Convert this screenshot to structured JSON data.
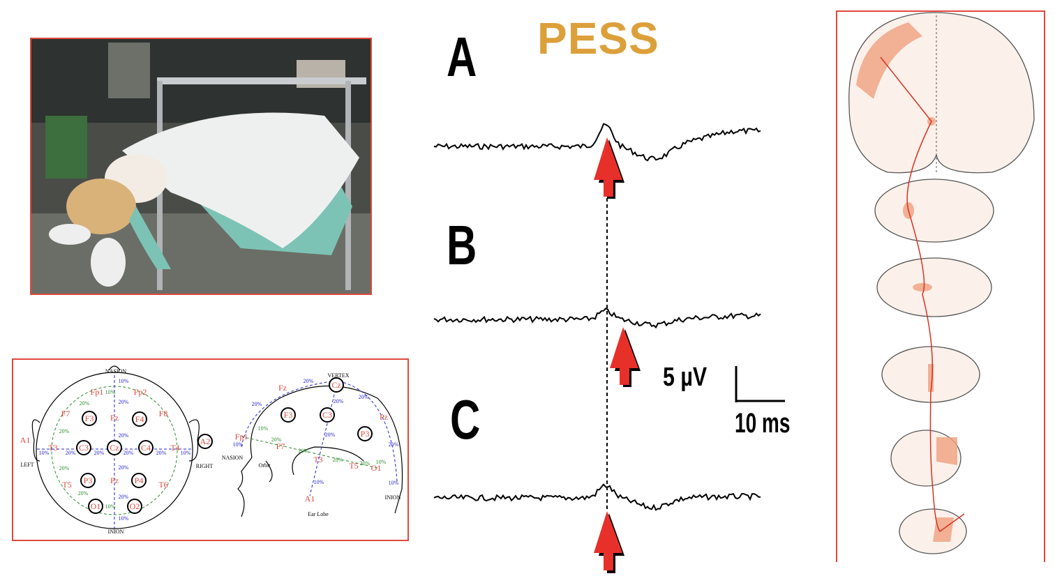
{
  "title": "PESS",
  "traces": {
    "a_label": "A",
    "b_label": "B",
    "c_label": "C"
  },
  "scale": {
    "amplitude": "5 µV",
    "time": "10 ms"
  },
  "eeg_top": {
    "nasion": "NASION",
    "inion": "INION",
    "left": "LEFT",
    "right": "RIGHT",
    "electrodes": [
      "Fp1",
      "Fp2",
      "F7",
      "F3",
      "Fz",
      "F4",
      "F8",
      "A1",
      "T3",
      "C3",
      "Cz",
      "C4",
      "T4",
      "A2",
      "T5",
      "P3",
      "Pz",
      "P4",
      "T6",
      "O1",
      "O2"
    ],
    "blue_pct": [
      "10%",
      "20%",
      "20%",
      "20%",
      "20%",
      "10%",
      "10%",
      "20%",
      "20%",
      "20%",
      "20%",
      "10%"
    ],
    "green_pct": [
      "10%",
      "20%",
      "20%",
      "20%",
      "20%",
      "10%"
    ]
  },
  "eeg_side": {
    "vertex": "VERTEX",
    "nasion": "NASION",
    "inion": "INION",
    "orbit": "Orbit",
    "ear_lobe": "Ear Lobe",
    "electrodes": [
      "Cz",
      "Fz",
      "F3",
      "C3",
      "P3",
      "Pz",
      "Fp1",
      "F7",
      "T3",
      "T5",
      "O1",
      "A1"
    ],
    "blue_pct": [
      "20%",
      "20%",
      "20%",
      "20%",
      "20%",
      "10%",
      "10%",
      "20%",
      "10%"
    ],
    "green_pct": [
      "10%",
      "20%",
      "20%",
      "20%",
      "20%",
      "10%"
    ]
  },
  "colors": {
    "accent": "#dca03a",
    "frame": "#e0483c",
    "arrow": "#e8302a"
  }
}
